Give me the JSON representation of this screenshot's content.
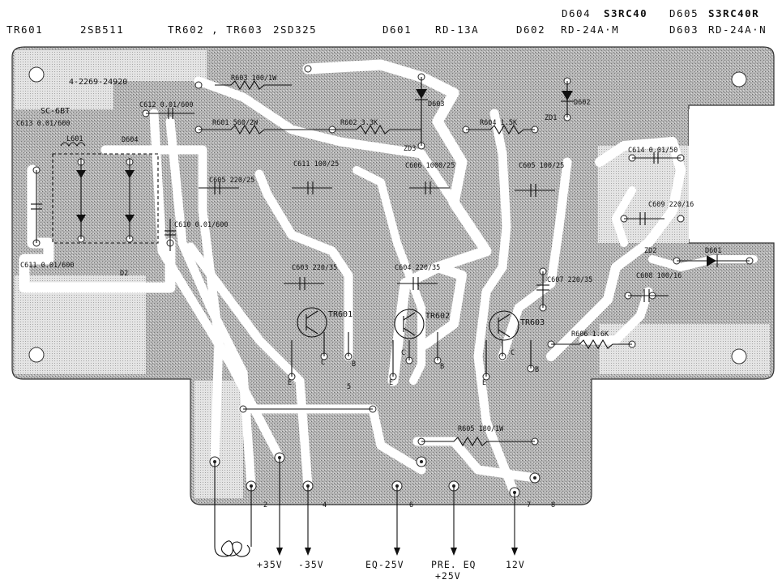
{
  "legend": {
    "row1": [
      {
        "ref": "D604",
        "part": "S3RC40"
      },
      {
        "ref": "D605",
        "part": "S3RC40R"
      }
    ],
    "row2": [
      {
        "ref": "TR601",
        "part": "2SB511"
      },
      {
        "ref": "TR602 , TR603",
        "part": "2SD325"
      },
      {
        "ref": "D601",
        "part": "RD-13A"
      },
      {
        "ref": "D602",
        "part": "RD-24A·M"
      },
      {
        "ref": "D603",
        "part": "RD-24A·N"
      }
    ]
  },
  "board": {
    "id_mark": "4-2269-24920",
    "model_mark": "SC-6BT",
    "components": {
      "r603": "R603 100/1W",
      "c612": "C612 0.01/600",
      "c613": "C613 0.01/600",
      "r601": "R601 560/2W",
      "r602": "R602 3.3K",
      "d603": "D603",
      "r604": "R604 1.5K",
      "zd1": "ZD1",
      "d602": "D602",
      "zd3": "ZD3",
      "l601": "L601",
      "d604": "D604",
      "c605": "C605 220/25",
      "c611": "C611 100/25",
      "c606": "C606 1000/25",
      "c605b": "C605 100/25",
      "c614": "C614 0.01/50",
      "c609": "C609 220/16",
      "c610": "C610 0.01/600",
      "c611b": "C611 0.01/600",
      "d2": "D2",
      "zd2": "ZD2",
      "d601": "D601",
      "c603": "C603 220/35",
      "c604": "C604 220/35",
      "c607": "C607 220/35",
      "c608": "C608 100/16",
      "tr601": "TR601",
      "tr602": "TR602",
      "tr603": "TR603",
      "r606": "R606 1.6K",
      "r605": "R605 180/1W"
    },
    "pins": {
      "tr601": [
        "E",
        "C",
        "B"
      ],
      "tr602": [
        "E",
        "C",
        "B"
      ],
      "tr603": [
        "E",
        "C",
        "B"
      ]
    },
    "terminal_numbers": [
      "2",
      "4",
      "5",
      "6",
      "7",
      "8"
    ]
  },
  "terminals": {
    "p35": "+35V",
    "n35": "-35V",
    "eq25": "EQ-25V",
    "pre_eq_1": "PRE. EQ",
    "pre_eq_2": "+25V",
    "v12": "12V"
  }
}
